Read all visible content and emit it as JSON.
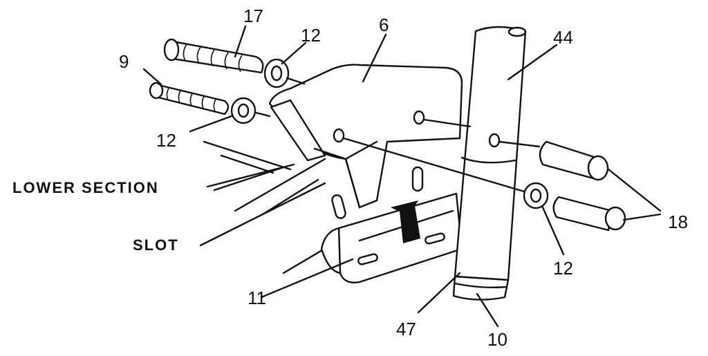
{
  "labels": {
    "part_17": "17",
    "part_12_top": "12",
    "part_6": "6",
    "part_44": "44",
    "part_9": "9",
    "part_12_left": "12",
    "part_18": "18",
    "part_12_right": "12",
    "part_11": "11",
    "part_47": "47",
    "part_10": "10",
    "lower_section": "LOWER SECTION",
    "slot": "SLOT"
  }
}
